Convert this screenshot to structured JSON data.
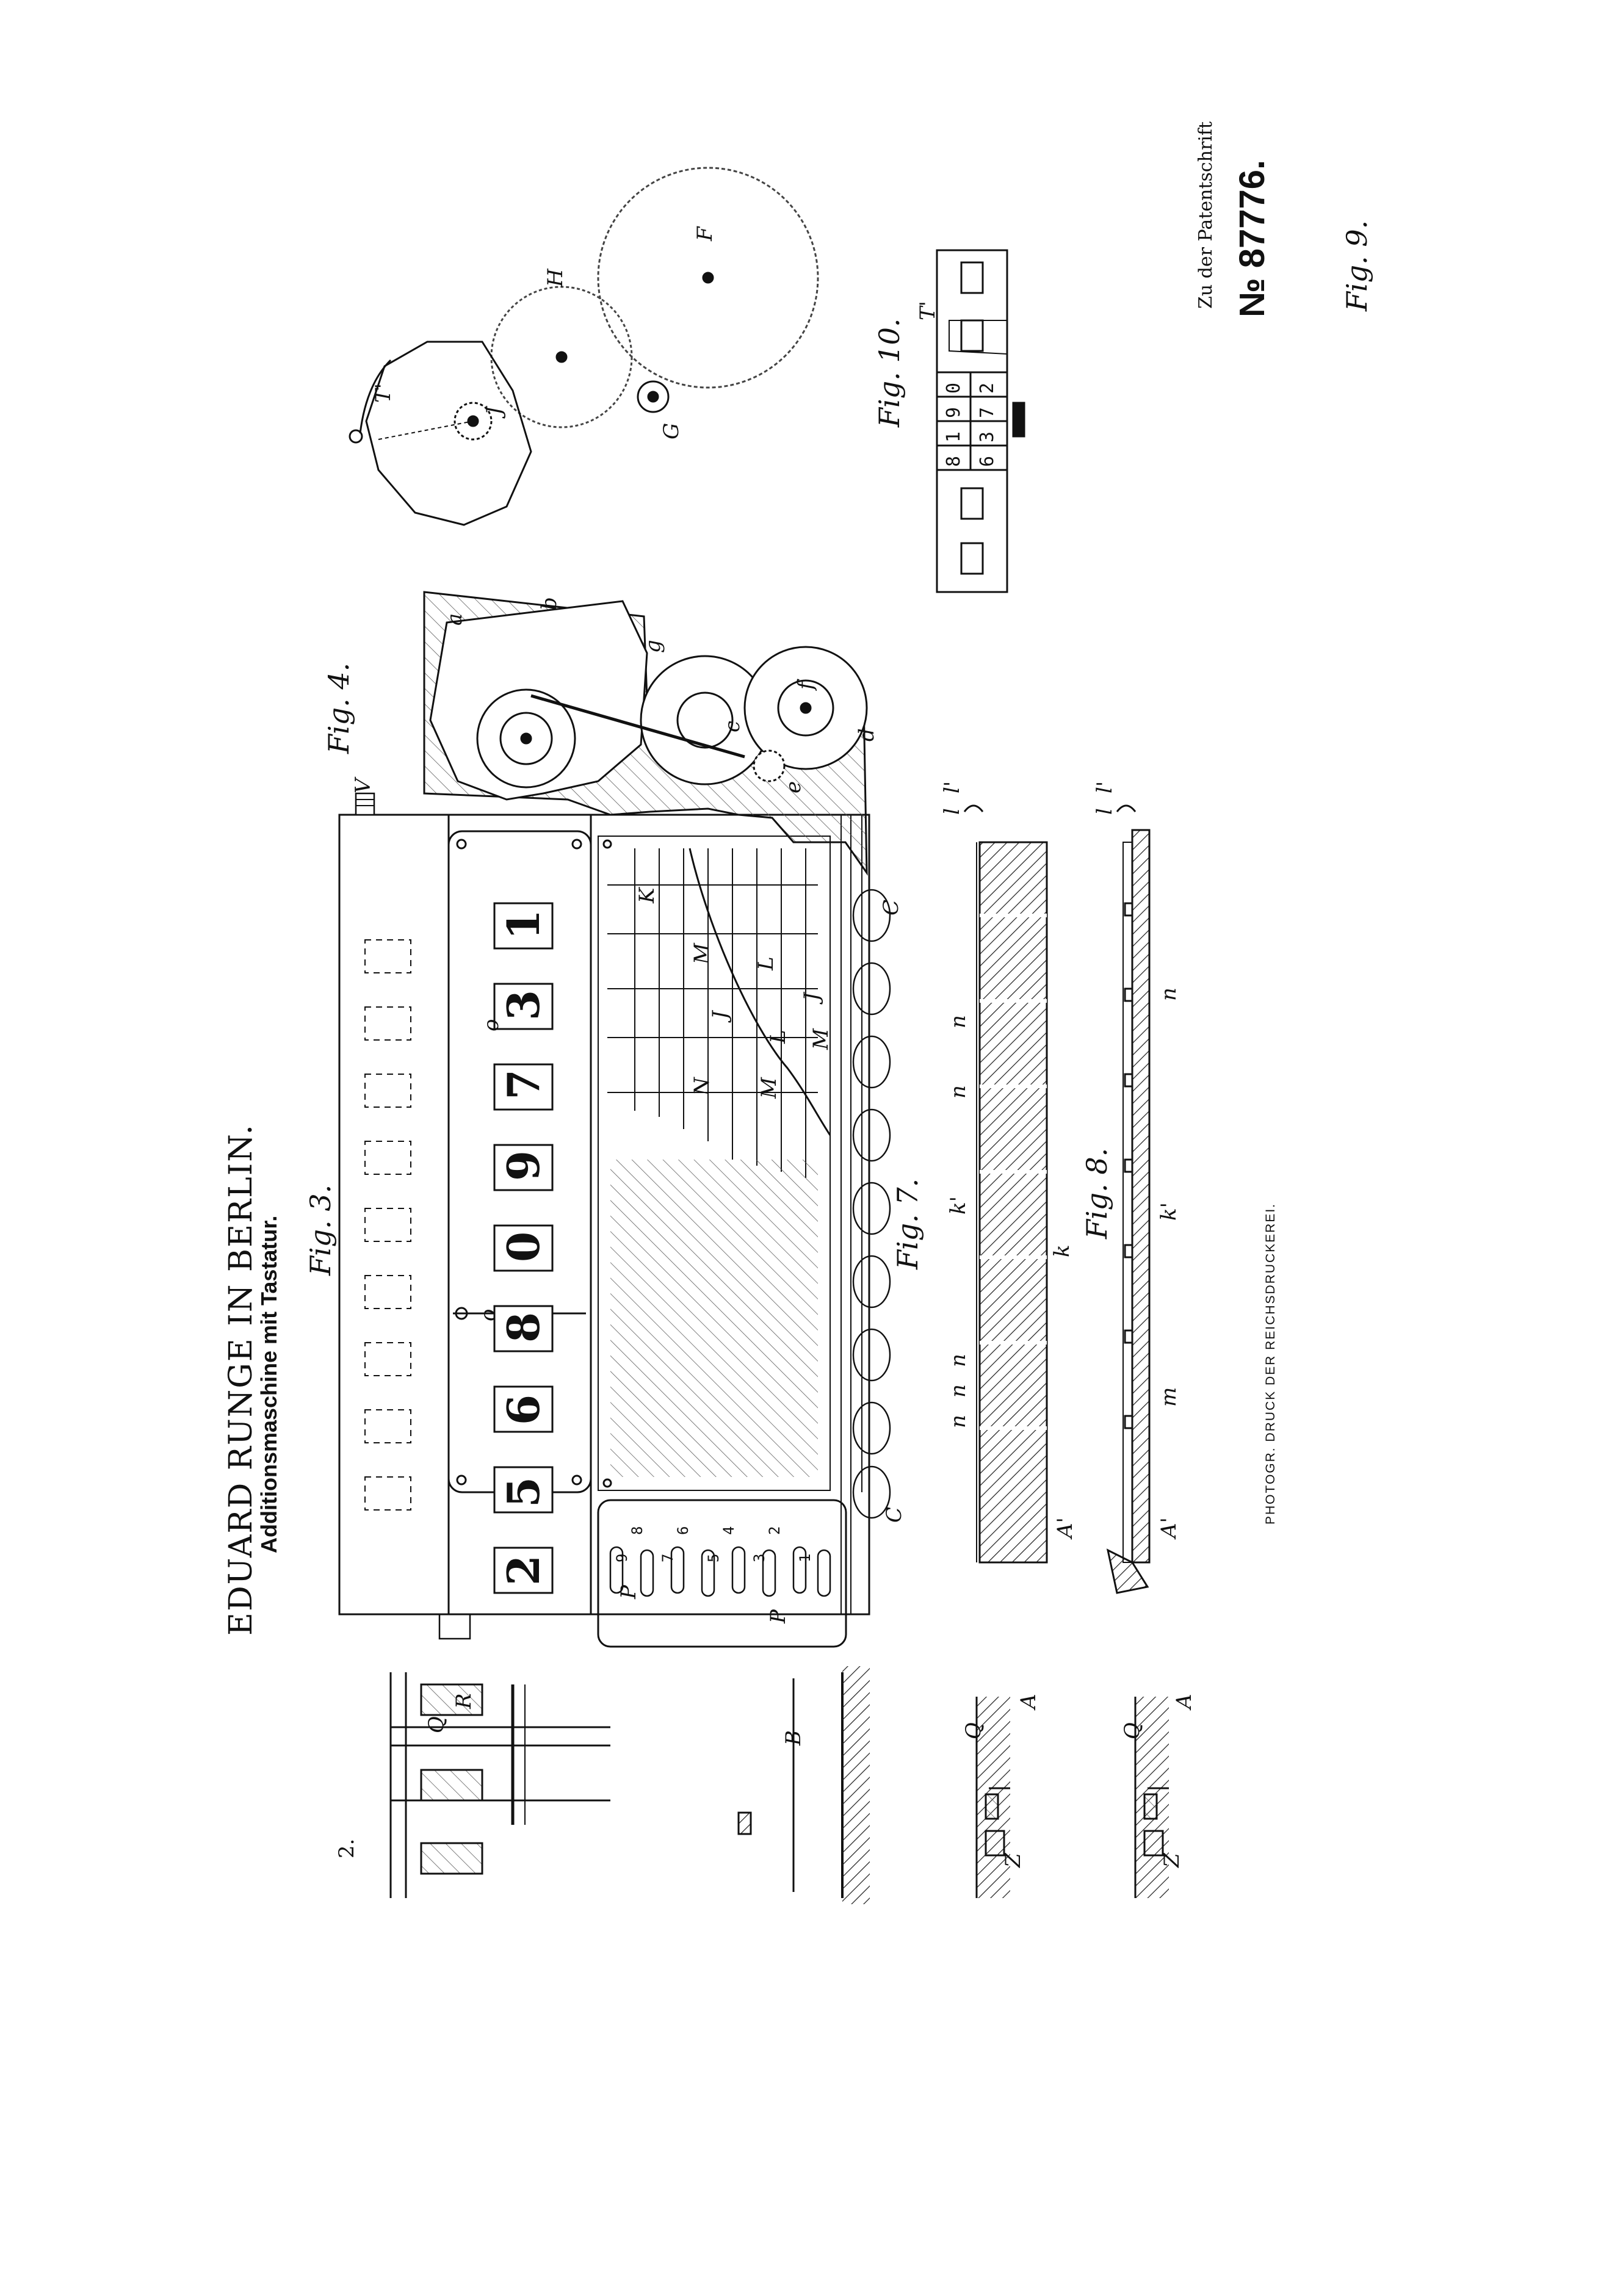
{
  "header": {
    "name": "EDUARD RUNGE IN BERLIN.",
    "title": "Additionsmaschine mit Tastatur.",
    "sheet_no": "2."
  },
  "patent": {
    "label": "Zu der Patentschrift",
    "number": "№ 87776."
  },
  "printer_note": "PHOTOGR. DRUCK DER REICHSDRUCKEREI.",
  "figures": {
    "fig3": "Fig. 3.",
    "fig4": "Fig. 4.",
    "fig7": "Fig. 7.",
    "fig8": "Fig. 8.",
    "fig9": "Fig. 9.",
    "fig10": "Fig. 10."
  },
  "display_digits": [
    "2",
    "5",
    "6",
    "8",
    "0",
    "9",
    "7",
    "3",
    "1"
  ],
  "slot_numbers": [
    "9",
    "8",
    "7",
    "6",
    "5",
    "4",
    "3",
    "2",
    "1"
  ],
  "fig10_digits": [
    "0",
    "9",
    "1",
    "8",
    "2",
    "7",
    "3",
    "6"
  ],
  "parts": {
    "fig3": [
      "V",
      "R",
      "Q",
      "B",
      "P",
      "P",
      "C",
      "C",
      "o",
      "o",
      "K",
      "M",
      "J",
      "L",
      "N",
      "M",
      "M",
      "L",
      "J"
    ],
    "fig4": [
      "a",
      "b",
      "g",
      "c",
      "f",
      "e",
      "d"
    ],
    "fig7": [
      "l",
      "l'",
      "n",
      "n",
      "n",
      "n",
      "n",
      "k'",
      "k",
      "A'"
    ],
    "fig8": [
      "l",
      "l'",
      "n",
      "k'",
      "m",
      "A'"
    ],
    "fig9": [
      "T'",
      "J",
      "H",
      "F",
      "G"
    ],
    "fig10": [
      "T'"
    ],
    "small": [
      "Q",
      "A",
      "Q",
      "A",
      "Z",
      "Z"
    ]
  }
}
